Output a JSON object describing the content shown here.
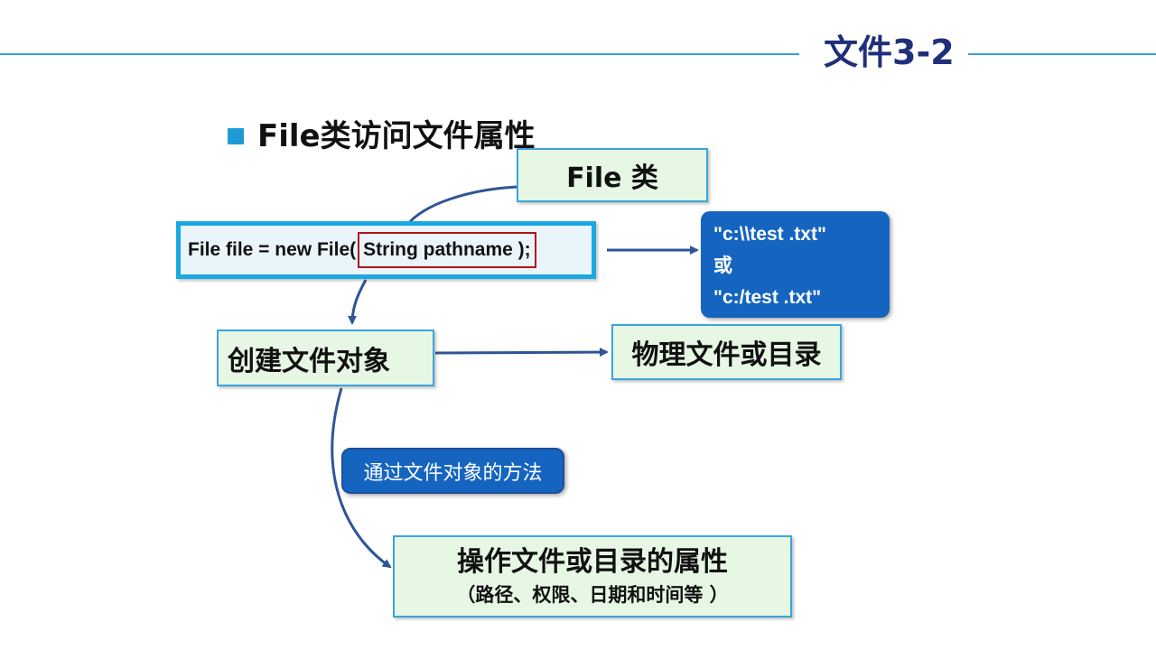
{
  "header": {
    "title": "文件3-2"
  },
  "bullet": {
    "text": "File类访问文件属性"
  },
  "diagram": {
    "file_class": "File 类",
    "code_prefix": "File file = new File(",
    "code_param": "String pathname );",
    "path_line1": "\"c:\\\\test .txt\"",
    "path_line2": "或",
    "path_line3": "\"c:/test .txt\"",
    "create_object": "创建文件对象",
    "physical_file": "物理文件或目录",
    "method_label": "通过文件对象的方法",
    "attr_title": "操作文件或目录的属性",
    "attr_detail": "（路径、权限、日期和时间等 ）"
  },
  "colors": {
    "accent_line": "#3a9fd8",
    "title": "#1f2f7a",
    "box_fill": "#e6f7e4",
    "blue_box": "#1565c0",
    "highlight": "#b01515"
  }
}
